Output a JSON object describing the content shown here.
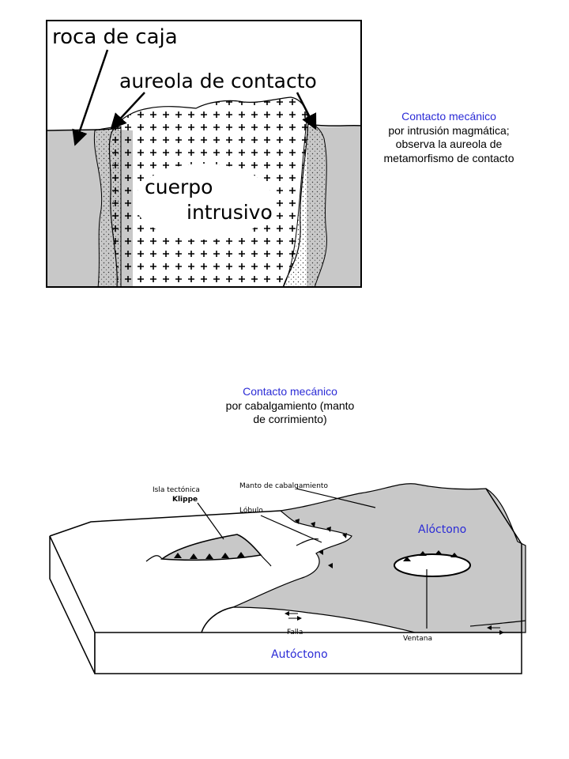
{
  "figure1": {
    "labels": {
      "roca_de_caja": "roca de caja",
      "aureola": "aureola de contacto",
      "cuerpo": "cuerpo",
      "intrusivo": "intrusivo"
    },
    "colors": {
      "host_rock": "#c8c8c8",
      "frame": "#000000"
    }
  },
  "caption1": {
    "title": "Contacto mecánico",
    "line1": "por intrusión magmática;",
    "line2": "observa la aureola de",
    "line3": "metamorfismo de contacto"
  },
  "caption2": {
    "title": "Contacto mecánico",
    "line1": "por cabalgamiento (manto",
    "line2": "de corrimiento)"
  },
  "figure2": {
    "labels": {
      "isla": "Isla tectónica",
      "klippe": "Klippe",
      "manto": "Manto de cabalgamiento",
      "lobulo": "Lóbulo",
      "aloctono": "Alóctono",
      "falla": "Falla",
      "ventana": "Ventana",
      "autoctono": "Autóctono"
    },
    "colors": {
      "nappe": "#c8c8c8",
      "accent_text": "#2b2bd6"
    }
  }
}
